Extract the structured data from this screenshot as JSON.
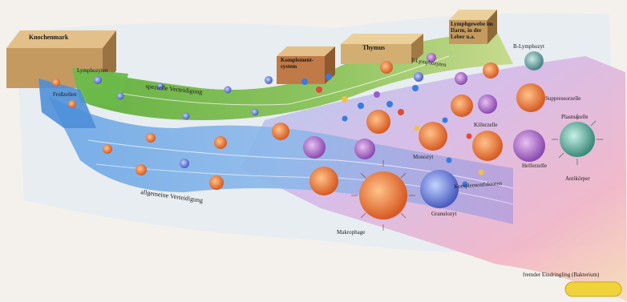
{
  "labels": {
    "knochenmark": "Knochenmark",
    "lymphozyten": "Lymphozyten",
    "fresszellen": "Freßzellen",
    "spezielle": "spezielle Verteidigung",
    "allgemeine": "allgemeine Verteidigung",
    "komplement_system": "Komplement-system",
    "thymus": "Thymus",
    "lymphgewebe": "Lymphgewebe im Darm, in der Leber u.a.",
    "t_lymphozyten": "T-Lymphozyten",
    "b_lymphozyt": "B-Lymphozyt",
    "suppressorzelle": "Suppressorzelle",
    "plasmazelle": "Plasmazelle",
    "killerzelle": "Killerzelle",
    "helferzelle": "Helferzelle",
    "antikoerper": "Antikörper",
    "monozyt": "Monozyt",
    "komplementfaktoren": "Komplementfaktoren",
    "granulozyt": "Granulozyt",
    "makrophage": "Makrophage",
    "fremder_eindringling": "fremder Eindringling (Bakterium)"
  },
  "colors": {
    "blue_band": "#7fb0e0",
    "green_band": "#8cc35a",
    "purple_band": "#b89ad8",
    "box_wood": "#c49a60",
    "bacterium": "#f0d23a"
  }
}
